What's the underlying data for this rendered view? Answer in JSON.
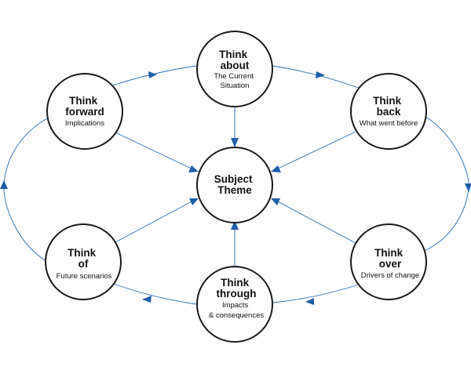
{
  "diagram": {
    "center": {
      "lines": [
        "Subject",
        "Theme"
      ]
    },
    "nodes": [
      {
        "id": "about",
        "title": [
          "Think",
          "about"
        ],
        "sub": [
          "The Current",
          "Situation"
        ]
      },
      {
        "id": "back",
        "title": [
          "Think",
          "back"
        ],
        "sub": [
          "What went before"
        ]
      },
      {
        "id": "over",
        "title": [
          "Think",
          "over"
        ],
        "sub": [
          "Drivers of change"
        ]
      },
      {
        "id": "through",
        "title": [
          "Think",
          "through"
        ],
        "sub": [
          "Impacts",
          "& consequences"
        ]
      },
      {
        "id": "of",
        "title": [
          "Think",
          "of"
        ],
        "sub": [
          "Future scenarios"
        ]
      },
      {
        "id": "forward",
        "title": [
          "Think",
          "forward"
        ],
        "sub": [
          "Implications"
        ]
      }
    ],
    "colors": {
      "line": "#2a6db5",
      "arrow": "#1f5fa8",
      "circle_stroke": "#1a1a1a"
    }
  }
}
